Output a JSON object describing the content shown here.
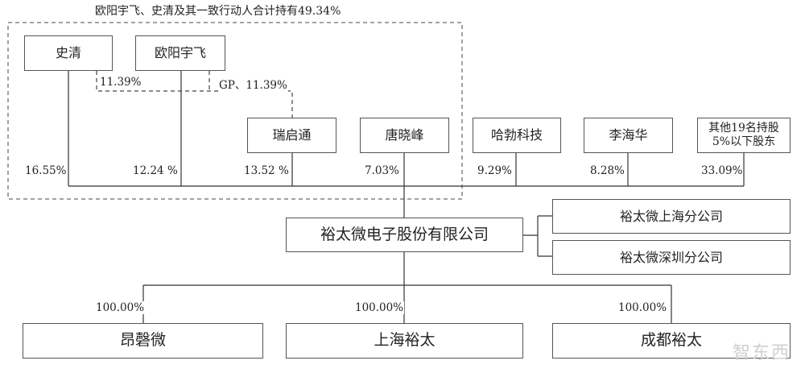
{
  "caption": "欧阳宇飞、史清及其一致行动人合计持有49.34%",
  "shareholders": {
    "shi_qing": "史清",
    "ouyang_yufei": "欧阳宇飞",
    "rui_qi_tong": "瑞启通",
    "tang_xiaofeng": "唐晓峰",
    "ha_bo_keji": "哈勃科技",
    "li_haihua": "李海华",
    "others": "其他19名持股5%以下股东"
  },
  "holdings": {
    "shi_qing_to_rqt": "11.39%",
    "ouyang_to_rqt": "GP、11.39%",
    "shi_qing": "16.55%",
    "ouyang_yufei": "12.24 %",
    "rui_qi_tong": "13.52 %",
    "tang_xiaofeng": "7.03%",
    "ha_bo_keji": "9.29%",
    "li_haihua": "8.28%",
    "others": "33.09%"
  },
  "company": "裕太微电子股份有限公司",
  "branches": [
    "裕太微上海分公司",
    "裕太微深圳分公司"
  ],
  "subsidiaries": [
    {
      "name": "昂磬微",
      "pct": "100.00%"
    },
    {
      "name": "上海裕太",
      "pct": "100.00%"
    },
    {
      "name": "成都裕太",
      "pct": "100.00%"
    }
  ],
  "watermark": "智东西"
}
